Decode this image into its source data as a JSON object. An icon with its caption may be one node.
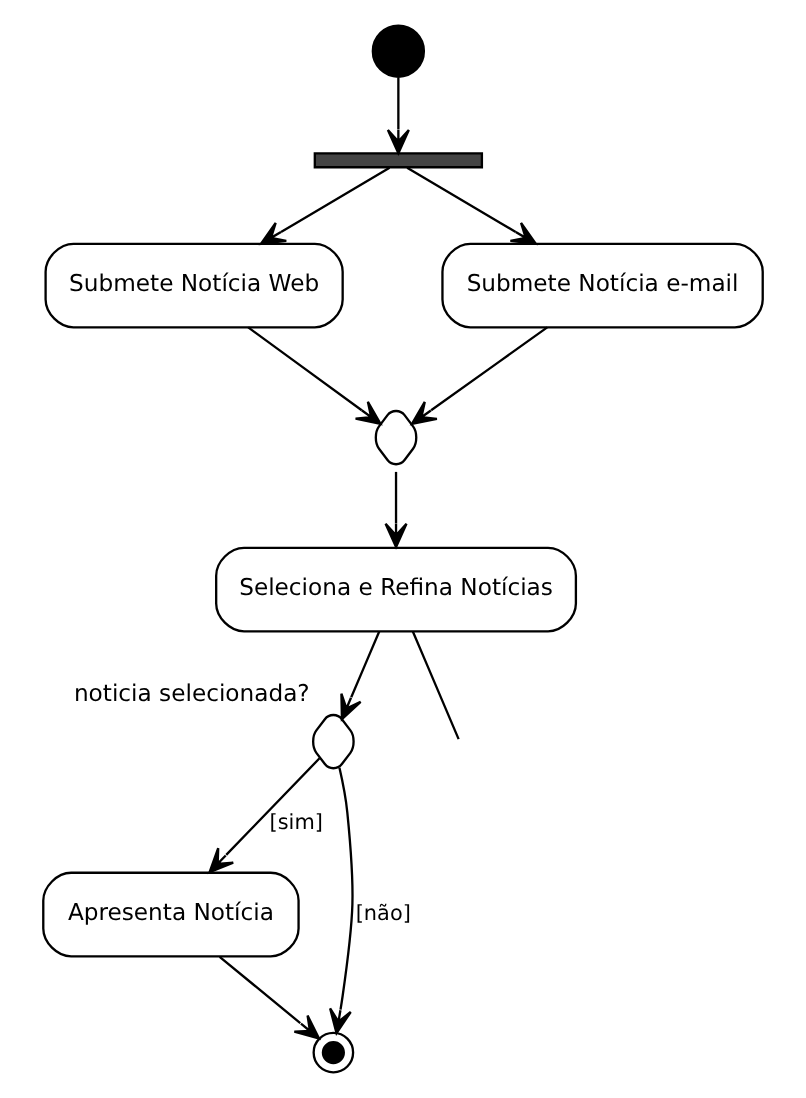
{
  "diagram": {
    "nodes": [
      {
        "text": [],
        "shape": "circle"
      },
      {
        "text": [],
        "shape": "bar"
      },
      {
        "text": [
          "Submete Notícia Web"
        ]
      },
      {
        "text": [
          "Submete Notícia e-mail"
        ]
      },
      {
        "text": [],
        "shape": "diamond"
      },
      {
        "text": [
          "Seleciona e Refina Notícias"
        ]
      },
      {
        "text": [],
        "shape": "diamond",
        "beside": [
          "noticia selecionada?"
        ]
      },
      {
        "text": [
          "Apresenta Notícia"
        ]
      },
      {
        "text": [],
        "shape": "circle"
      }
    ],
    "edges": [
      {
        "from": 0,
        "to": 1,
        "arrow": "to"
      },
      {
        "from": 1,
        "to": 2,
        "arrow": "to"
      },
      {
        "from": 1,
        "to": 3,
        "arrow": "to"
      },
      {
        "from": 2,
        "to": 4,
        "arrow": "to"
      },
      {
        "from": 3,
        "to": 4,
        "arrow": "to"
      },
      {
        "from": 4,
        "to": 5,
        "arrow": "to"
      },
      {
        "from": 5,
        "to": 6,
        "arrow": "to"
      },
      {
        "from": 6,
        "to": 7,
        "label": "[sim]",
        "arrow": "to"
      },
      {
        "from": 6,
        "to": 8,
        "label": "[não]",
        "arrow": "to"
      },
      {
        "from": 7,
        "to": 8,
        "arrow": "to"
      },
      {
        "from": 5,
        "to": null,
        "arrow": "none"
      }
    ]
  }
}
